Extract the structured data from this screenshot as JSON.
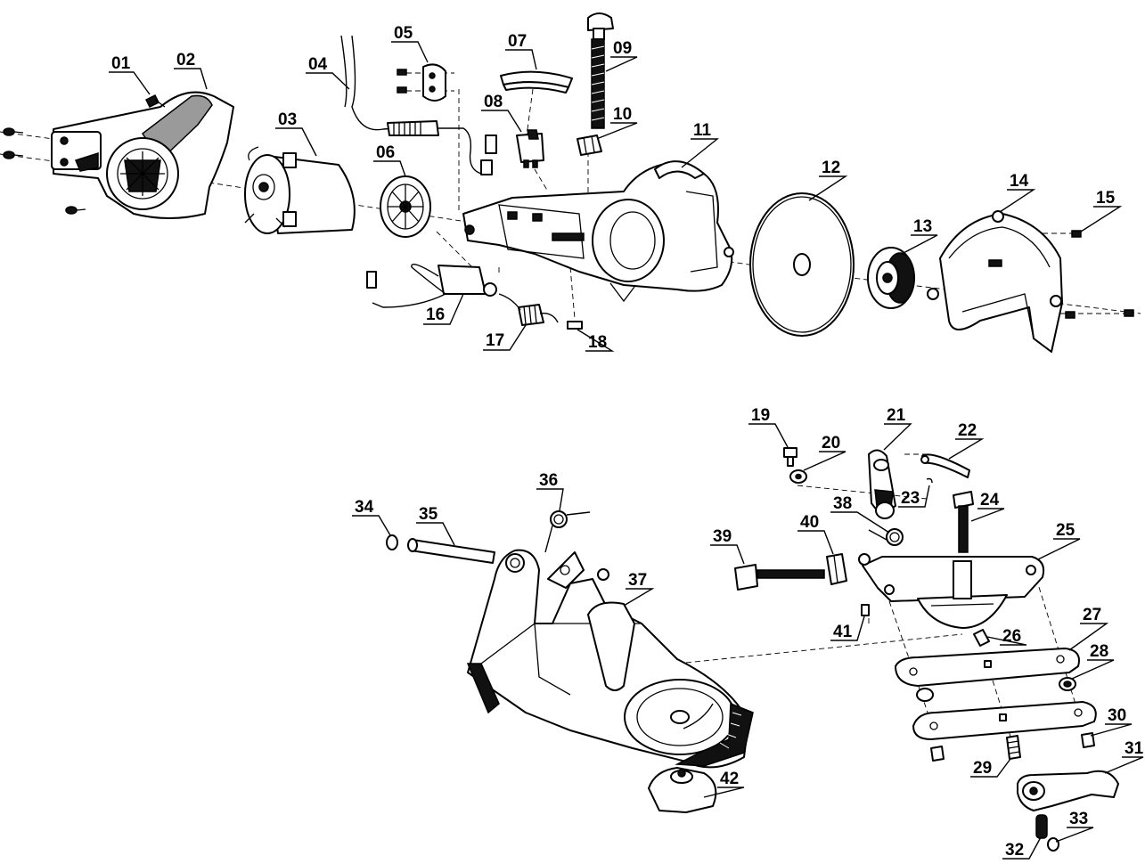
{
  "diagram": {
    "labels": [
      "01",
      "02",
      "03",
      "04",
      "05",
      "06",
      "07",
      "08",
      "09",
      "10",
      "11",
      "12",
      "13",
      "14",
      "15",
      "16",
      "17",
      "18",
      "19",
      "20",
      "21",
      "22",
      "23",
      "24",
      "25",
      "26",
      "27",
      "28",
      "29",
      "30",
      "31",
      "32",
      "33",
      "34",
      "35",
      "36",
      "37",
      "38",
      "39",
      "40",
      "41",
      "42"
    ]
  }
}
